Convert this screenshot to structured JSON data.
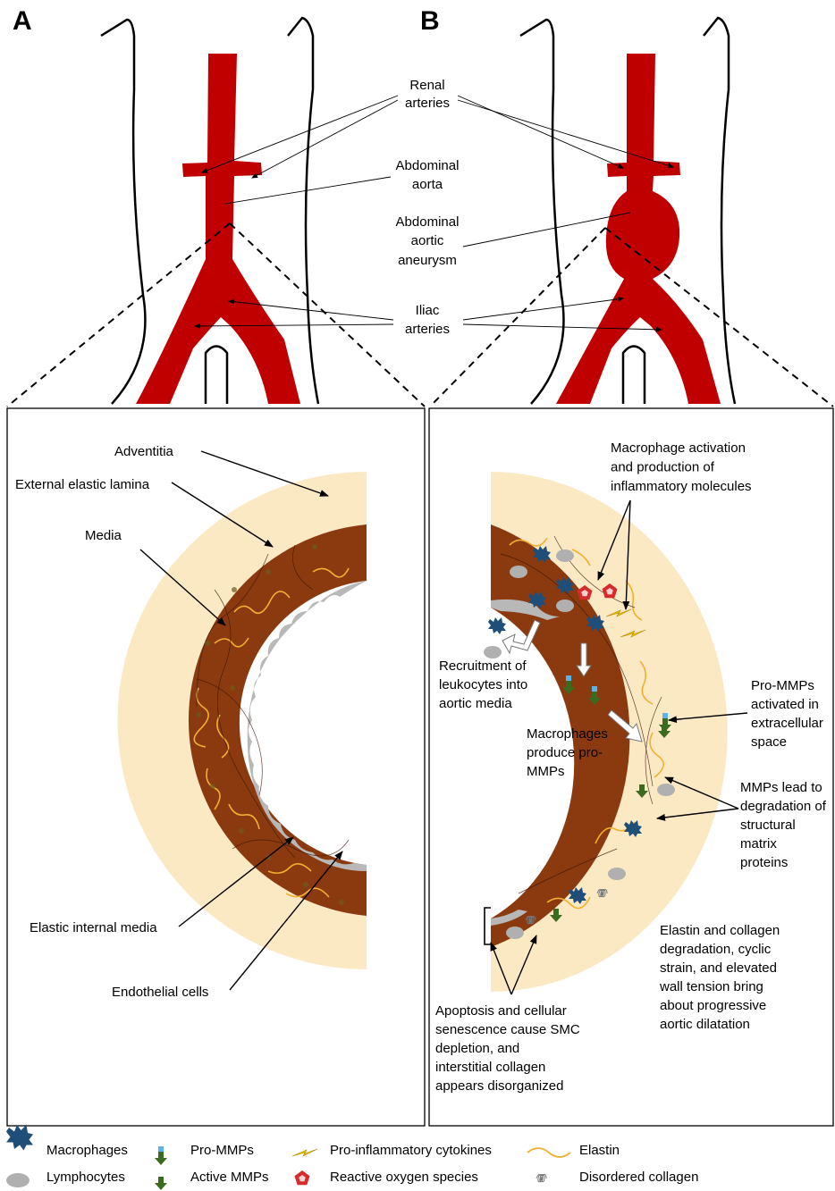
{
  "panels": {
    "a_letter": "A",
    "b_letter": "B"
  },
  "anatomy_labels": {
    "renal_1": "Renal",
    "renal_2": "arteries",
    "aorta_1": "Abdominal",
    "aorta_2": "aorta",
    "aneurysm_1": "Abdominal",
    "aneurysm_2": "aortic",
    "aneurysm_3": "aneurysm",
    "iliac_1": "Iliac",
    "iliac_2": "arteries"
  },
  "panel_a_labels": {
    "adventitia": "Adventitia",
    "external_elastic_lamina": "External elastic lamina",
    "media": "Media",
    "elastic_internal_media": "Elastic internal media",
    "endothelial_cells": "Endothelial cells"
  },
  "panel_b_labels": {
    "activation": [
      "Macrophage activation",
      "and production of",
      "inflammatory molecules"
    ],
    "recruitment": [
      "Recruitment of",
      "leukocytes into",
      "aortic media"
    ],
    "produce": [
      "Macrophages",
      "produce pro-",
      "MMPs"
    ],
    "pro_mmps": [
      "Pro-MMPs",
      "activated in",
      "extracellular",
      "space"
    ],
    "degradation": [
      "MMPs lead to",
      "degradation of",
      "structural",
      "matrix",
      "proteins"
    ],
    "dilatation": [
      "Elastin and collagen",
      "degradation, cyclic",
      "strain, and elevated",
      "wall tension bring",
      "about progressive",
      "aortic dilatation"
    ],
    "apoptosis": [
      "Apoptosis and cellular",
      "senescence cause SMC",
      "depletion, and",
      "interstitial collagen",
      "appears disorganized"
    ]
  },
  "legend": {
    "macrophages": "Macrophages",
    "lymphocytes": "Lymphocytes",
    "pro_mmps": "Pro-MMPs",
    "active_mmps": "Active MMPs",
    "cytokines": "Pro-inflammatory cytokines",
    "ros": "Reactive oxygen species",
    "elastin": "Elastin",
    "collagen": "Disordered collagen"
  },
  "colors": {
    "artery": "#c00000",
    "media": "#8b3a10",
    "adventitia": "#fbe9c4",
    "macrophage": "#1f4e79",
    "lymphocyte": "#b0b0b0",
    "active_mmp": "#3b6b1e",
    "pro_mmp_top": "#5ab4e8",
    "cytokine": "#f5c400",
    "ros": "#d62b2b",
    "elastin": "#f0b030"
  }
}
